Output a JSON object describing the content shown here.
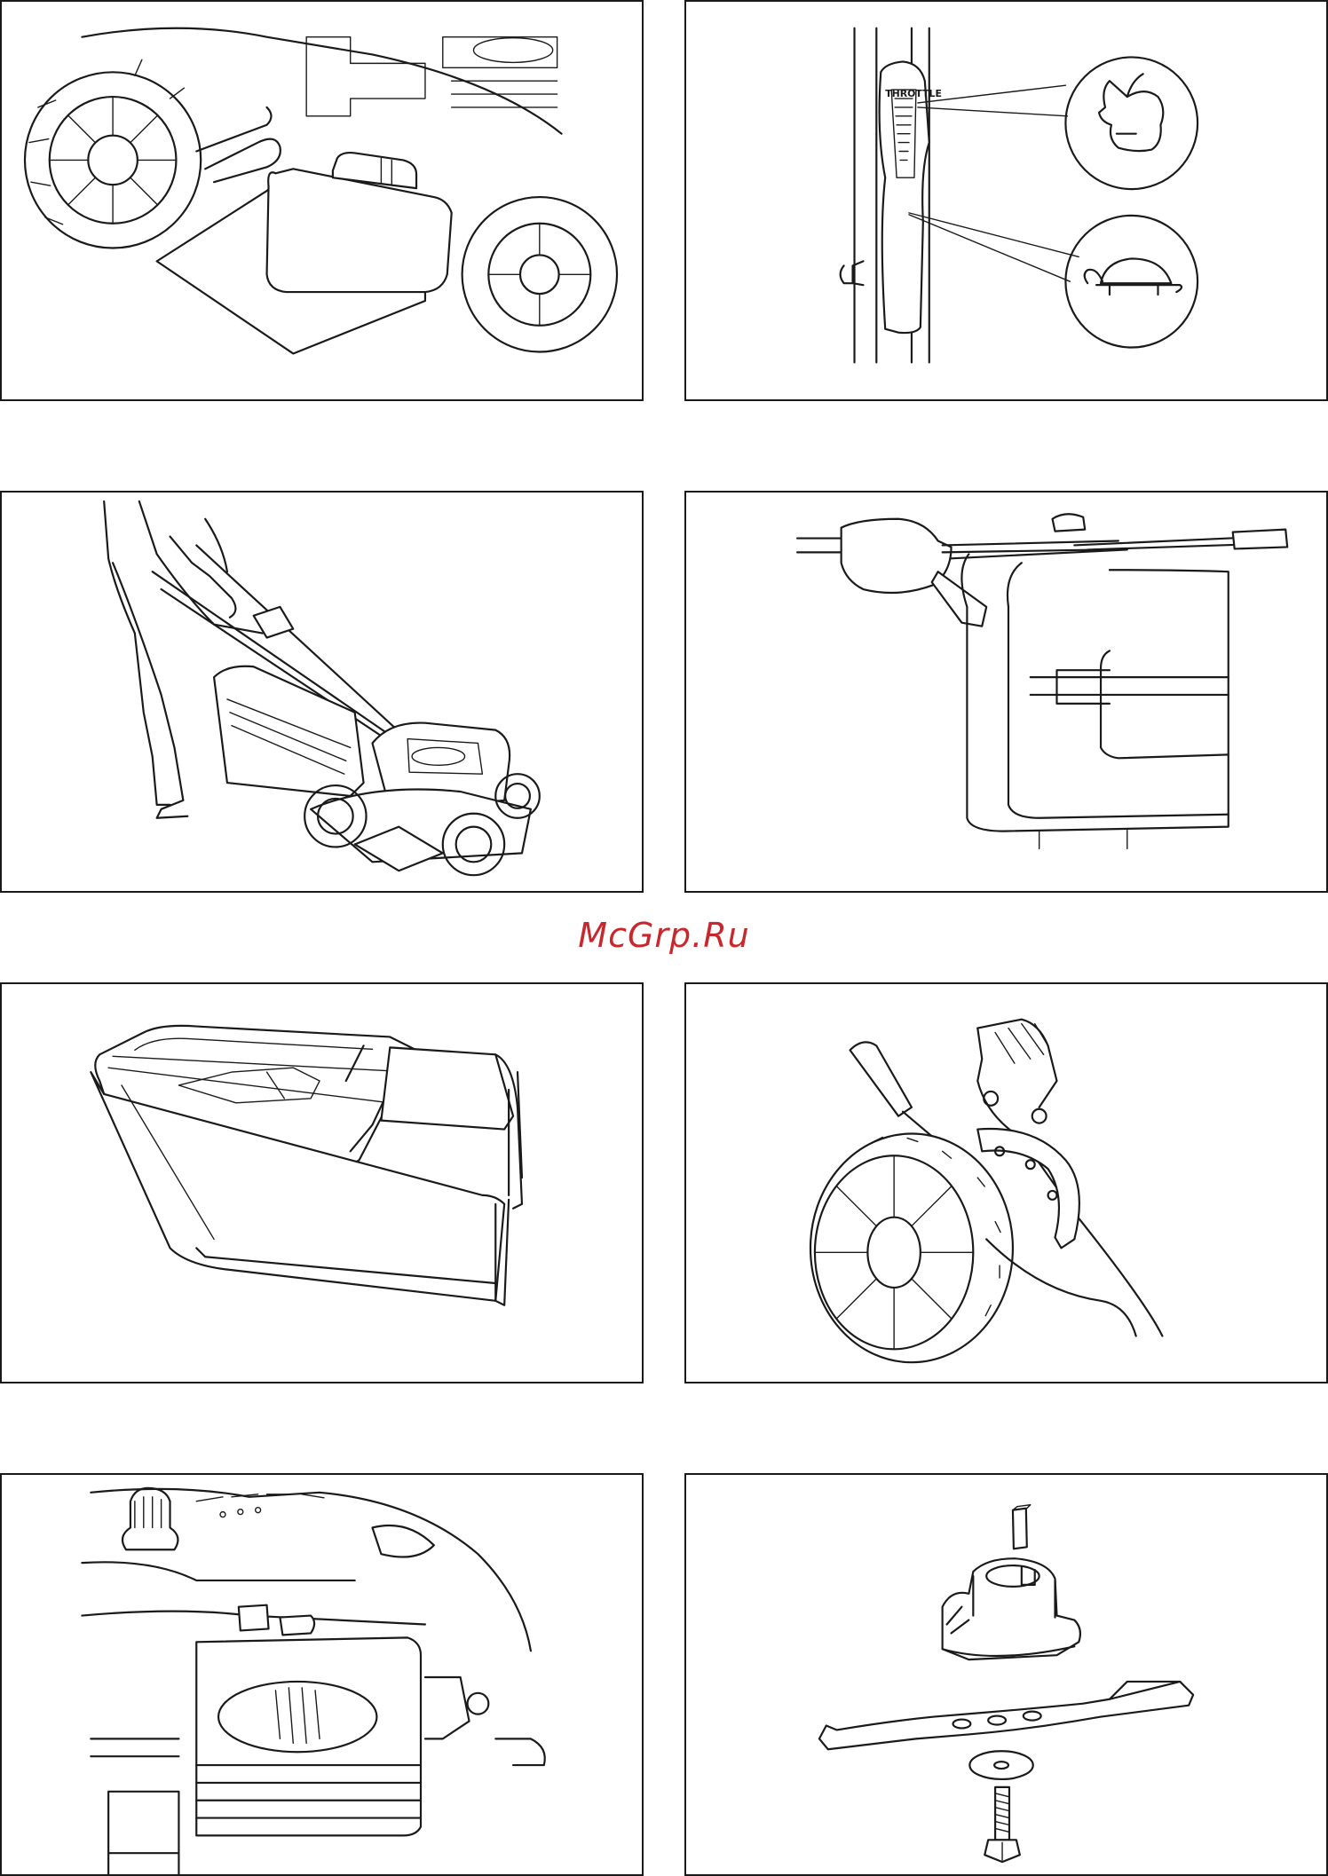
{
  "watermark": {
    "text": "McGrp.Ru",
    "color": "#c8282d"
  },
  "panels": [
    {
      "id": "grass-catcher-attach",
      "icon": "grass-catcher-on-mower-icon"
    },
    {
      "id": "throttle-lever",
      "icon": "throttle-lever-icon",
      "label": "THROTTLE",
      "fast_icon": "rabbit-icon",
      "slow_icon": "turtle-icon"
    },
    {
      "id": "operator-mowing",
      "icon": "person-pushing-mower-icon"
    },
    {
      "id": "handle-controls",
      "icon": "handle-control-icon"
    },
    {
      "id": "grass-catcher",
      "icon": "grass-catcher-icon"
    },
    {
      "id": "height-adjust",
      "icon": "wheel-height-lever-icon"
    },
    {
      "id": "engine-detail",
      "icon": "engine-icon"
    },
    {
      "id": "blade-assembly",
      "icon": "blade-assembly-icon"
    }
  ]
}
